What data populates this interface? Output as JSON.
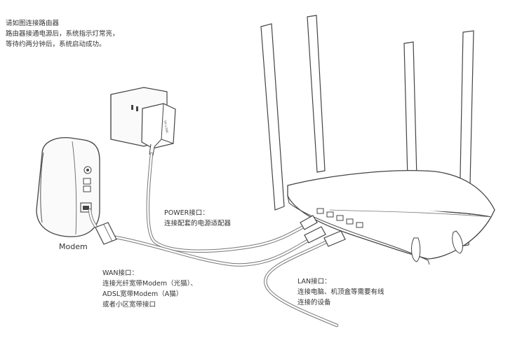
{
  "intro": {
    "lines": [
      "请如图连接路由器",
      "路由器接通电源后，系统指示灯常亮，",
      "等待约两分钟后，系统启动成功。"
    ]
  },
  "power": {
    "lines": [
      "POWER接口：",
      "连接配套的电源适配器"
    ]
  },
  "wan": {
    "lines": [
      "WAN接口：",
      "连接光纤宽带Modem（光猫）、",
      "ADSL宽带Modem（A猫）",
      "或者小区宽带接口"
    ]
  },
  "lan": {
    "lines": [
      "LAN接口：",
      "连接电脑、机顶盒等需要有线",
      "连接的设备"
    ]
  },
  "modem": {
    "caption": "Modem"
  },
  "adapter": {
    "brand": "TP-LINK"
  },
  "colors": {
    "line_art": "#444444",
    "cable": "#777777",
    "text": "#333333"
  }
}
